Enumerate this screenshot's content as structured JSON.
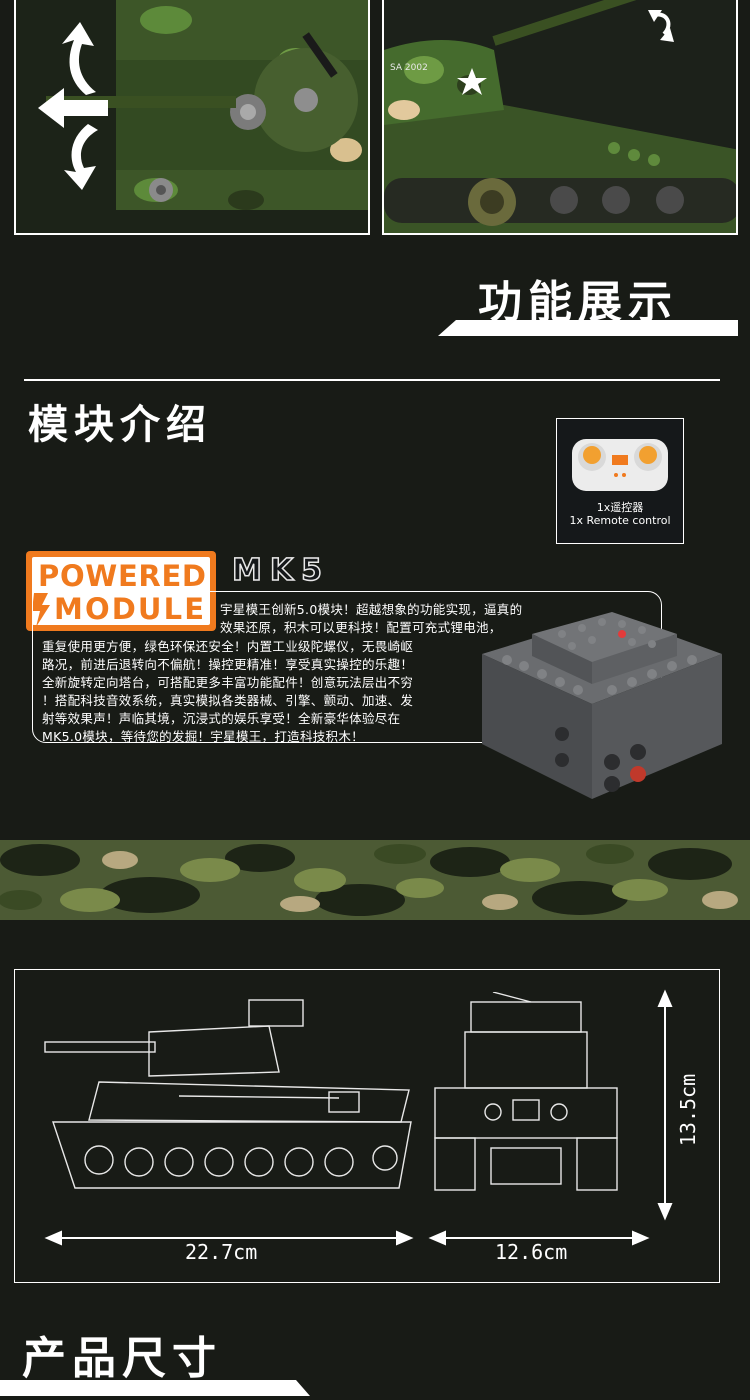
{
  "sections": {
    "feature_title": "功能展示",
    "module_title": "模块介绍",
    "size_title": "产品尺寸"
  },
  "remote": {
    "line1": "1x遥控器",
    "line2": "1x Remote control"
  },
  "logo": {
    "line1": "POWERED",
    "line2": "MODULE",
    "model": "MK5"
  },
  "description": {
    "lines": [
      "宇星模王创新5.0模块！超越想象的功能实现，逼真的",
      "效果还原，积木可以更科技！配置可充式锂电池，",
      "重复使用更方便，绿色环保还安全！内置工业级陀螺仪，无畏崎岖",
      "路况，前进后退转向不偏航！操控更精准！享受真实操控的乐趣！",
      "全新旋转定向塔台，可搭配更多丰富功能配件！创意玩法层出不穷",
      "！搭配科技音效系统，真实模拟各类器械、引擎、颤动、加速、发",
      "射等效果声！声临其境，沉浸式的娱乐享受！全新豪华体验尽在",
      "MK5.0模块，等待您的发掘！宇星模王，打造科技积木！"
    ]
  },
  "dimensions": {
    "length": "22.7cm",
    "width": "12.6cm",
    "height": "13.5cm"
  },
  "photo_right": {
    "marking": "SA 2002"
  },
  "colors": {
    "background": "#181b16",
    "logo_orange": "#f07a1e",
    "tank_green": "#3f5a2a",
    "module_gray": "#5b5d60"
  }
}
